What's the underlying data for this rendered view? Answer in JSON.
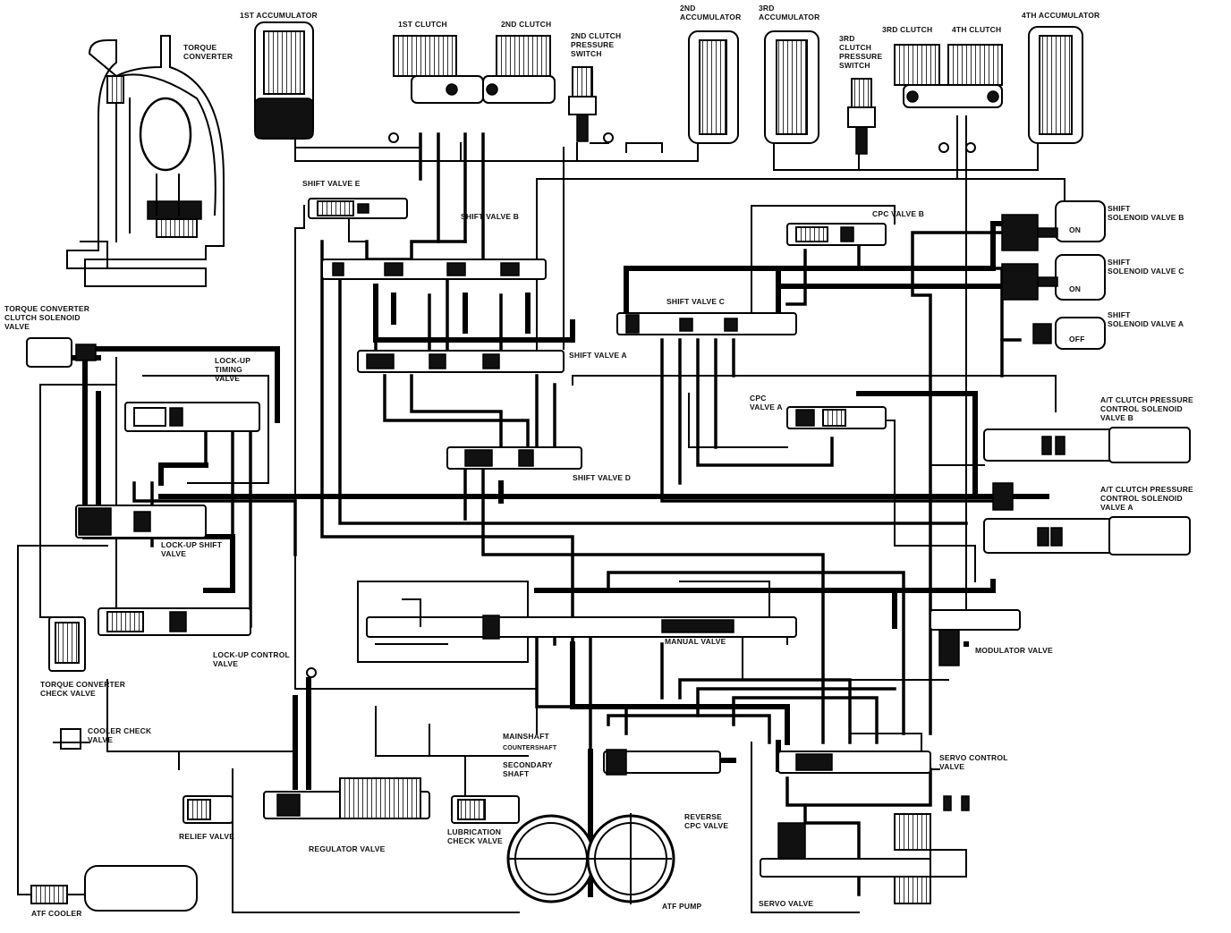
{
  "labels": {
    "first_accumulator": "1ST ACCUMULATOR",
    "torque_converter": "TORQUE\nCONVERTER",
    "first_clutch": "1ST CLUTCH",
    "second_clutch": "2ND CLUTCH",
    "second_clutch_pressure_switch": "2ND CLUTCH\nPRESSURE\nSWITCH",
    "second_accumulator": "2ND\nACCUMULATOR",
    "third_accumulator": "3RD\nACCUMULATOR",
    "third_clutch_pressure_switch": "3RD\nCLUTCH\nPRESSURE\nSWITCH",
    "third_clutch": "3RD CLUTCH",
    "fourth_clutch": "4TH CLUTCH",
    "fourth_accumulator": "4TH ACCUMULATOR",
    "shift_valve_e": "SHIFT VALVE E",
    "shift_valve_b": "SHIFT VALVE B",
    "cpc_valve_b": "CPC VALVE B",
    "shift_solenoid_valve_b": "SHIFT\nSOLENOID VALVE B",
    "shift_solenoid_valve_c": "SHIFT\nSOLENOID VALVE C",
    "shift_solenoid_valve_a": "SHIFT\nSOLENOID VALVE A",
    "torque_converter_clutch_solenoid_valve": "TORQUE CONVERTER\nCLUTCH SOLENOID\nVALVE",
    "shift_valve_c": "SHIFT VALVE C",
    "shift_valve_a": "SHIFT VALVE A",
    "lock_up_timing_valve": "LOCK-UP\nTIMING\nVALVE",
    "cpc_valve_a": "CPC\nVALVE A",
    "at_clutch_pressure_control_solenoid_valve_b": "A/T CLUTCH PRESSURE\nCONTROL SOLENOID\nVALVE B",
    "shift_valve_d": "SHIFT VALVE D",
    "at_clutch_pressure_control_solenoid_valve_a": "A/T CLUTCH PRESSURE\nCONTROL SOLENOID\nVALVE A",
    "lock_up_shift_valve": "LOCK-UP SHIFT\nVALVE",
    "manual_valve": "MANUAL VALVE",
    "modulator_valve": "MODULATOR VALVE",
    "lock_up_control_valve": "LOCK-UP CONTROL\nVALVE",
    "torque_converter_check_valve": "TORQUE CONVERTER\nCHECK VALVE",
    "cooler_check_valve": "COOLER CHECK\nVALVE",
    "mainshaft": "MAINSHAFT",
    "countershaft": "COUNTERSHAFT",
    "secondary_shaft": "SECONDARY\nSHAFT",
    "servo_control_valve": "SERVO CONTROL\nVALVE",
    "relief_valve": "RELIEF VALVE",
    "regulator_valve": "REGULATOR VALVE",
    "lubrication_check_valve": "LUBRICATION\nCHECK VALVE",
    "reverse_cpc_valve": "REVERSE\nCPC VALVE",
    "atf_cooler": "ATF COOLER",
    "atf_pump": "ATF PUMP",
    "servo_valve": "SERVO VALVE"
  },
  "solenoid_states": {
    "shift_solenoid_valve_b": "ON",
    "shift_solenoid_valve_c": "ON",
    "shift_solenoid_valve_a": "OFF"
  }
}
